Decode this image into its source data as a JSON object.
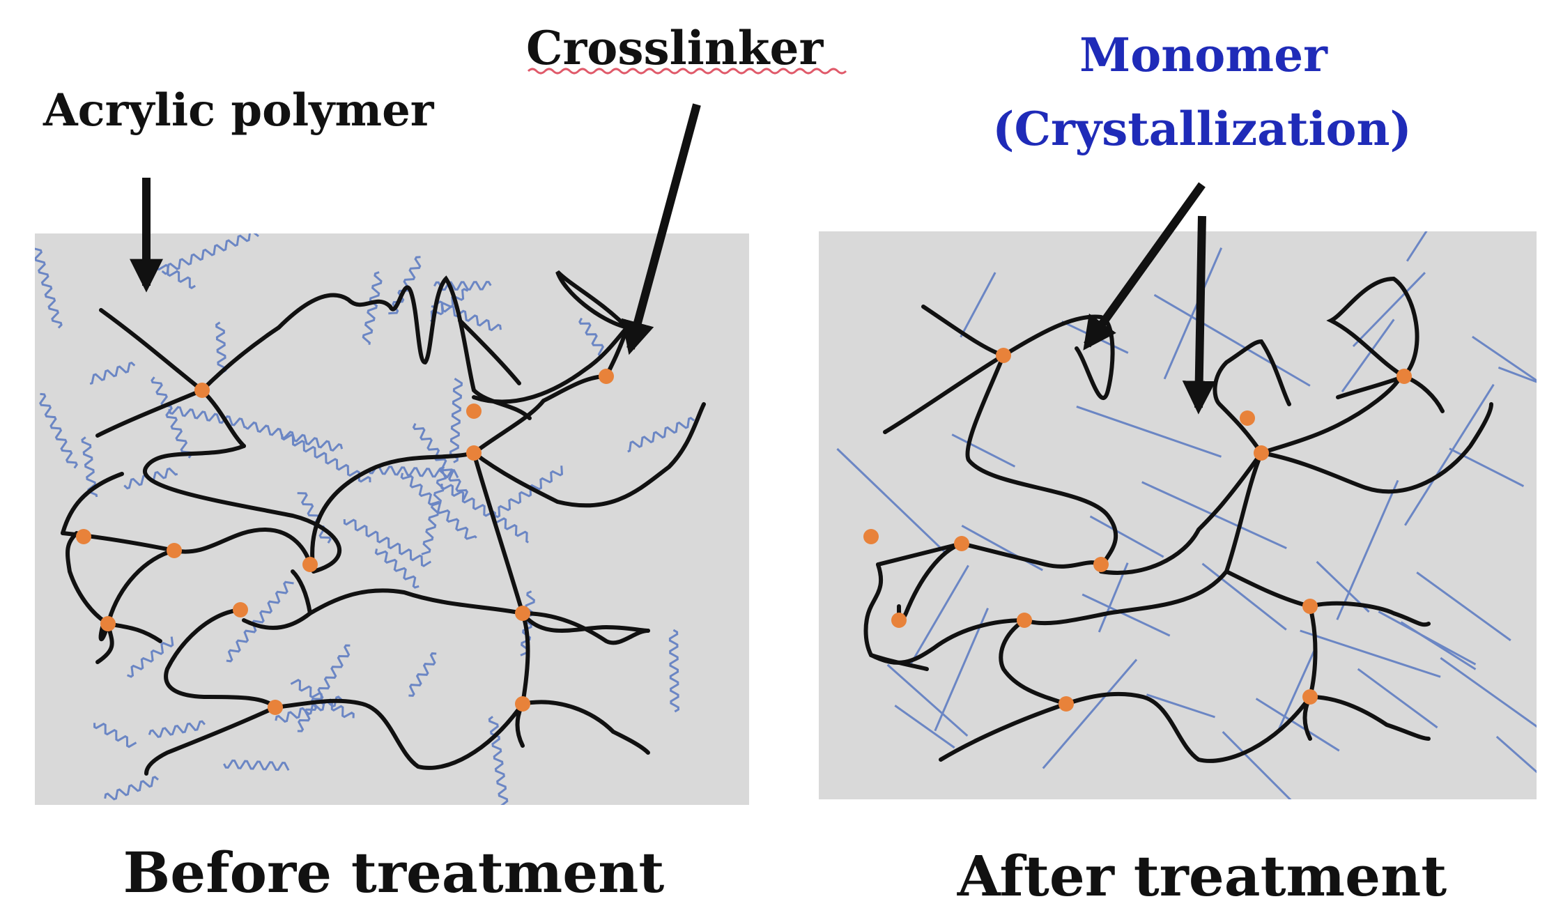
{
  "labels": {
    "acrylic_polymer": "Acrylic polymer",
    "crosslinker": "Crosslinker",
    "monomer": "Monomer",
    "crystallization": "(Crystallization)",
    "before": "Before treatment",
    "after": "After treatment"
  },
  "colors": {
    "panel_bg": "#d9d9d9",
    "polymer": "#111111",
    "monomer": "#6b86c4",
    "crosslink_node": "#e8823a",
    "monomer_label": "#1f2bb8",
    "text": "#111111"
  },
  "panels": {
    "before": {
      "monomer_form": "wavy"
    },
    "after": {
      "monomer_form": "straight"
    }
  }
}
